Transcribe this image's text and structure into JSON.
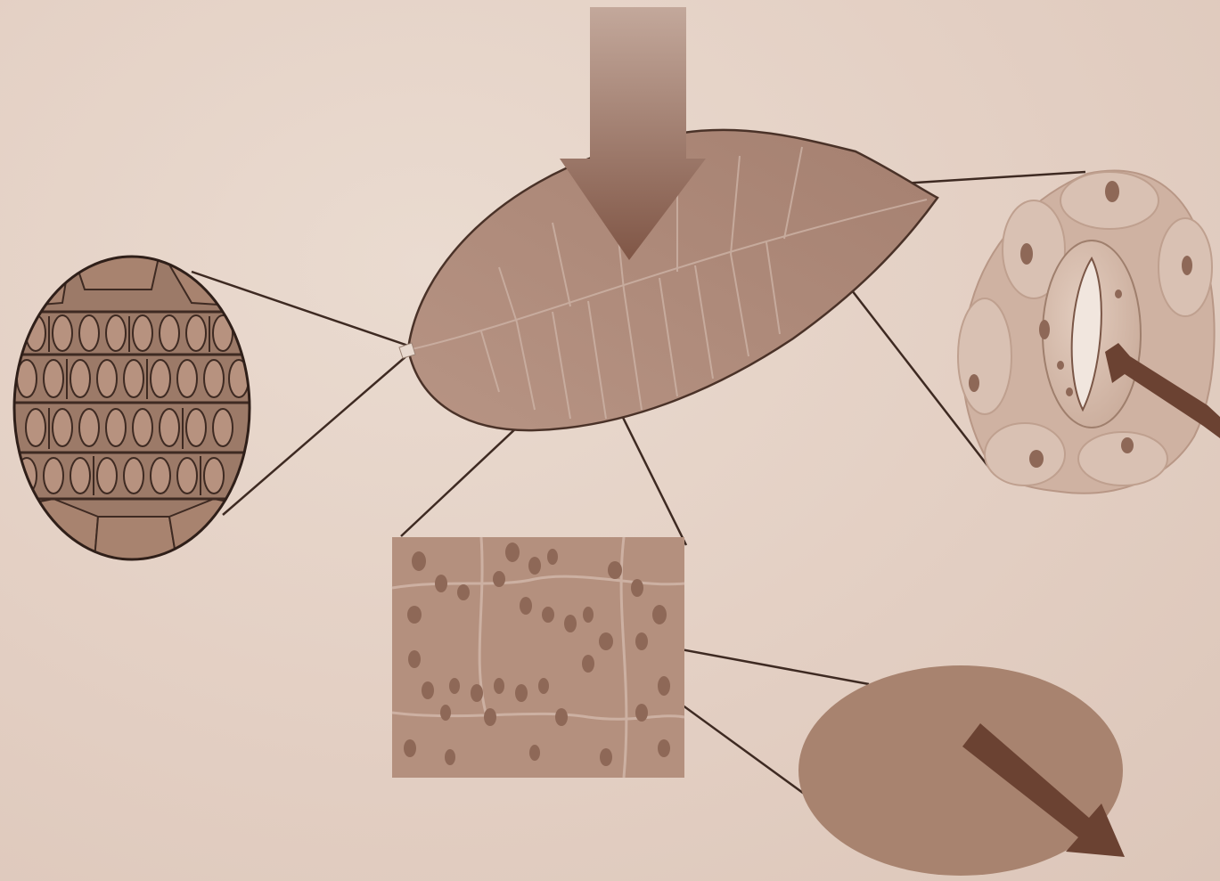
{
  "diagram": {
    "labels": [],
    "parts": [
      {
        "name": "leaf",
        "icon": "leaf-icon"
      },
      {
        "name": "light-arrow",
        "icon": "down-arrow-icon"
      },
      {
        "name": "stomata-tissue-magnifier",
        "icon": "magnifier-circle-icon"
      },
      {
        "name": "mesophyll-cells-magnifier",
        "icon": "cells-rectangle-icon"
      },
      {
        "name": "chloroplast-magnifier",
        "icon": "chloroplast-oval-icon"
      },
      {
        "name": "stoma-closeup",
        "icon": "stoma-icon"
      }
    ],
    "colors": {
      "leaf": "#b08b7c",
      "arrow": "#8c6353",
      "dark_arrow": "#6b4232",
      "outline": "#3e2a22",
      "cell_fill": "#a6836f",
      "stoma_fill": "#d8c0b2"
    }
  }
}
